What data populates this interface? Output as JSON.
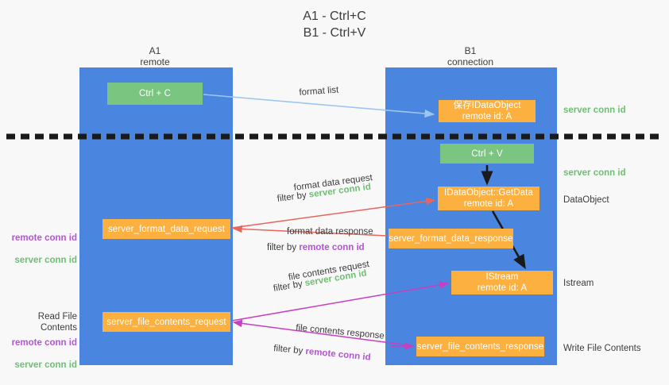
{
  "title": "A1 - Ctrl+C\nB1 - Ctrl+V",
  "columns": {
    "a1": "A1\nremote",
    "b1": "B1\nconnection"
  },
  "boxes": {
    "ctrl_c": "Ctrl + C",
    "save_idataobject": "保存IDataObject\nremote id: A",
    "ctrl_v": "Ctrl + V",
    "getdata": "IDataObject::GetData\nremote id: A",
    "server_format_data_request": "server_format_data_request",
    "server_format_data_response": "server_format_data_response",
    "istream": "IStream\nremote id: A",
    "server_file_contents_request": "server_file_contents_request",
    "server_file_contents_response": "server_file_contents_response"
  },
  "side_labels": {
    "server_conn_id_1": "server conn id",
    "server_conn_id_2": "server conn id",
    "dataobject": "DataObject",
    "istream": "Istream",
    "write_file_contents": "Write File Contents",
    "read_file_contents": "Read File Contents",
    "remote_conn_id": "remote conn id",
    "server_conn_id": "server conn id"
  },
  "captions": {
    "format_list": "format list",
    "format_data_request": "format data request",
    "filter_by": "filter by",
    "server_conn_id": "server conn id",
    "format_data_response": "format data response",
    "remote_conn_id": "remote conn id",
    "file_contents_request": "file contents request",
    "file_contents_response": "file contents response"
  },
  "colors": {
    "lane": "#4a86e0",
    "green_box": "#7ac57f",
    "orange_box": "#fbb040",
    "green_text": "#6fbf73",
    "purple_text": "#b455d6",
    "arrow_red": "#e8655c",
    "arrow_magenta": "#d63ec6",
    "arrow_light_blue": "#9dc6ef",
    "arrow_black": "#1a1a1a",
    "background": "#f8f8f8"
  }
}
